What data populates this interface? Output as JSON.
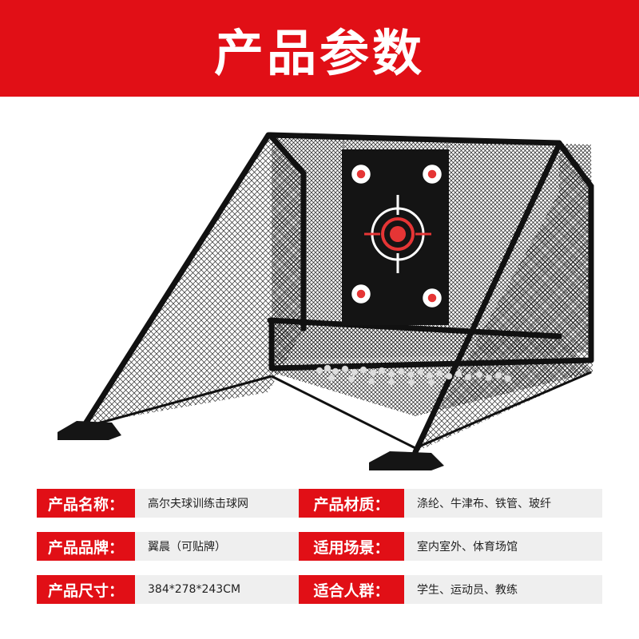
{
  "header": {
    "title": "产品参数",
    "background_color": "#e10f16"
  },
  "product": {
    "image_subject": "golf-practice-net-icon"
  },
  "specs": [
    {
      "left": {
        "label": "产品名称：",
        "value": "高尔夫球训练击球网"
      },
      "right": {
        "label": "产品材质：",
        "value": "涤纶、牛津布、铁管、玻纤"
      }
    },
    {
      "left": {
        "label": "产品品牌：",
        "value": "翼晨（可贴牌）"
      },
      "right": {
        "label": "适用场景：",
        "value": "室内室外、体育场馆"
      }
    },
    {
      "left": {
        "label": "产品尺寸：",
        "value": "384*278*243CM"
      },
      "right": {
        "label": "适合人群：",
        "value": "学生、运动员、教练"
      }
    }
  ],
  "colors": {
    "accent": "#e10f16",
    "value_background": "#efefef"
  }
}
